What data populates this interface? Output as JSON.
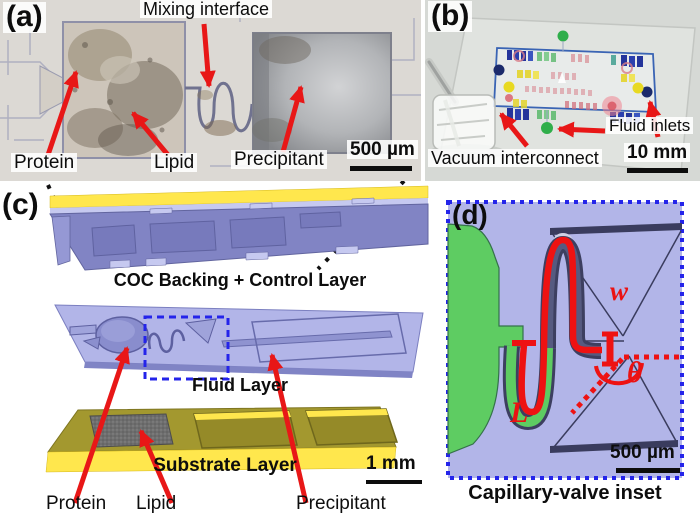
{
  "panel_a": {
    "tag": "(a)",
    "labels": {
      "mixing_interface": "Mixing interface",
      "protein": "Protein",
      "lipid": "Lipid",
      "precipitant": "Precipitant"
    },
    "scale_bar": "500 µm"
  },
  "panel_b": {
    "tag": "(b)",
    "labels": {
      "fluid_inlets": "Fluid inlets",
      "vacuum_interconnect": "Vacuum interconnect"
    },
    "scale_bar": "10 mm"
  },
  "panel_c": {
    "tag": "(c)",
    "layers": {
      "control": "COC Backing + Control Layer",
      "fluid": "Fluid Layer",
      "substrate": "Substrate Layer"
    },
    "labels": {
      "protein": "Protein",
      "lipid": "Lipid",
      "precipitant": "Precipitant"
    },
    "scale_bar": "1 mm"
  },
  "panel_d": {
    "tag": "(d)",
    "caption": "Capillary-valve inset",
    "symbols": {
      "width": "w",
      "angle": "θ",
      "length": "L"
    },
    "scale_bar": "500 µm"
  },
  "colors": {
    "annotation_red": "#e81717",
    "inset_border_blue": "#2424ea",
    "layer_lavender": "#8184c4",
    "layer_yellow": "#ffe74d",
    "substrate_olive": "#a3982f",
    "valve_green": "#5ecc62",
    "chip_outline_blue": "#3a64b4"
  }
}
